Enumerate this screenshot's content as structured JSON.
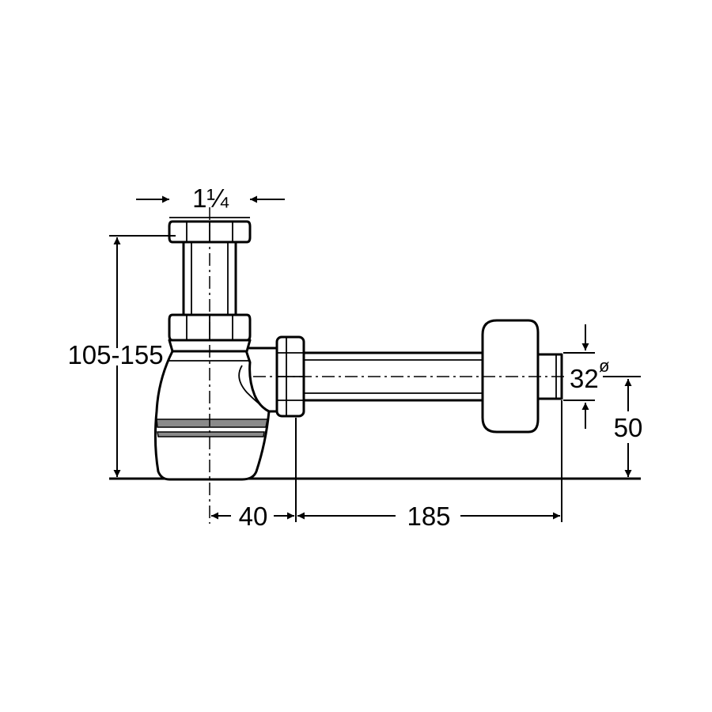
{
  "drawing": {
    "dimensions": {
      "inlet_size": "1¼",
      "height_range": "105-155",
      "trap_offset": "40",
      "horizontal_length": "185",
      "outlet_diameter": "32",
      "diameter_symbol": "ø",
      "outlet_height": "50"
    },
    "colors": {
      "line": "#000000",
      "background": "#ffffff",
      "shading": "#8a8a8a"
    }
  }
}
